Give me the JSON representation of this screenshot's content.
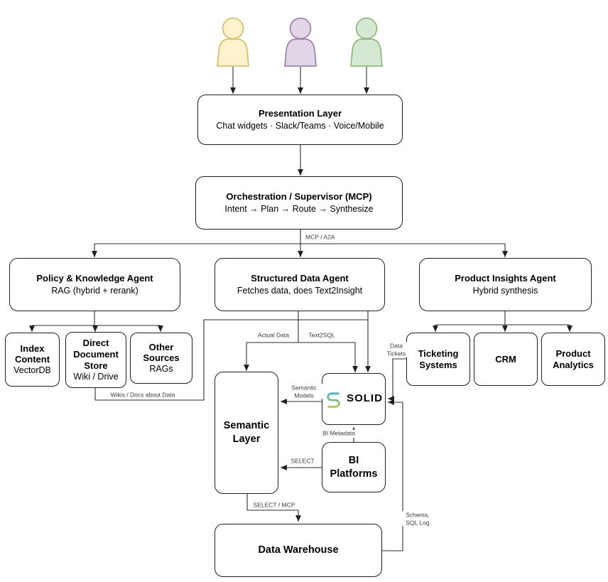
{
  "users": [
    {
      "label": "user-yellow",
      "fill": "#FFF2CC",
      "stroke": "#D6B656"
    },
    {
      "label": "user-purple",
      "fill": "#E1D5E7",
      "stroke": "#9673A6"
    },
    {
      "label": "user-green",
      "fill": "#D5E8D4",
      "stroke": "#82B366"
    }
  ],
  "nodes": {
    "presentation": {
      "title": "Presentation Layer",
      "subtitle": "Chat widgets · Slack/Teams · Voice/Mobile"
    },
    "orchestration": {
      "title": "Orchestration / Supervisor (MCP)",
      "subtitle": "Intent → Plan → Route → Synthesize"
    },
    "policy_agent": {
      "title": "Policy & Knowledge Agent",
      "subtitle": "RAG (hybrid + rerank)"
    },
    "structured_agent": {
      "title": "Structured Data Agent",
      "subtitle": "Fetches data, does Text2Insight"
    },
    "product_agent": {
      "title": "Product Insights Agent",
      "subtitle": "Hybrid synthesis"
    },
    "index_content": {
      "title": "Index Content",
      "subtitle": "VectorDB"
    },
    "direct_document_store": {
      "title": "Direct Document Store",
      "subtitle": "Wiki / Drive"
    },
    "other_sources": {
      "title": "Other Sources",
      "subtitle": "RAGs"
    },
    "ticketing": {
      "title": "Ticketing Systems"
    },
    "crm": {
      "title": "CRM"
    },
    "product_analytics": {
      "title": "Product Analytics"
    },
    "solid": {
      "title": "SOLID"
    },
    "semantic_layer": {
      "title": "Semantic Layer"
    },
    "bi_platforms": {
      "title": "BI Platforms"
    },
    "data_warehouse": {
      "title": "Data Warehouse"
    }
  },
  "edge_labels": {
    "mcp_a2a": "MCP / A2A",
    "actual_data": "Actual Data",
    "text2sql": "Text2SQL",
    "wikis_docs": "Wikis / Docs about Data",
    "semantic_models": "Semantic Models",
    "data_tickets": "Data Tickets",
    "bi_metadata": "BI Metadata",
    "select": "SELECT",
    "select_mcp": "SELECT / MCP",
    "schema_sql_log": "Schema, SQL Log"
  },
  "logo": {
    "teal": "#35b8c4",
    "green": "#a6c94f"
  }
}
